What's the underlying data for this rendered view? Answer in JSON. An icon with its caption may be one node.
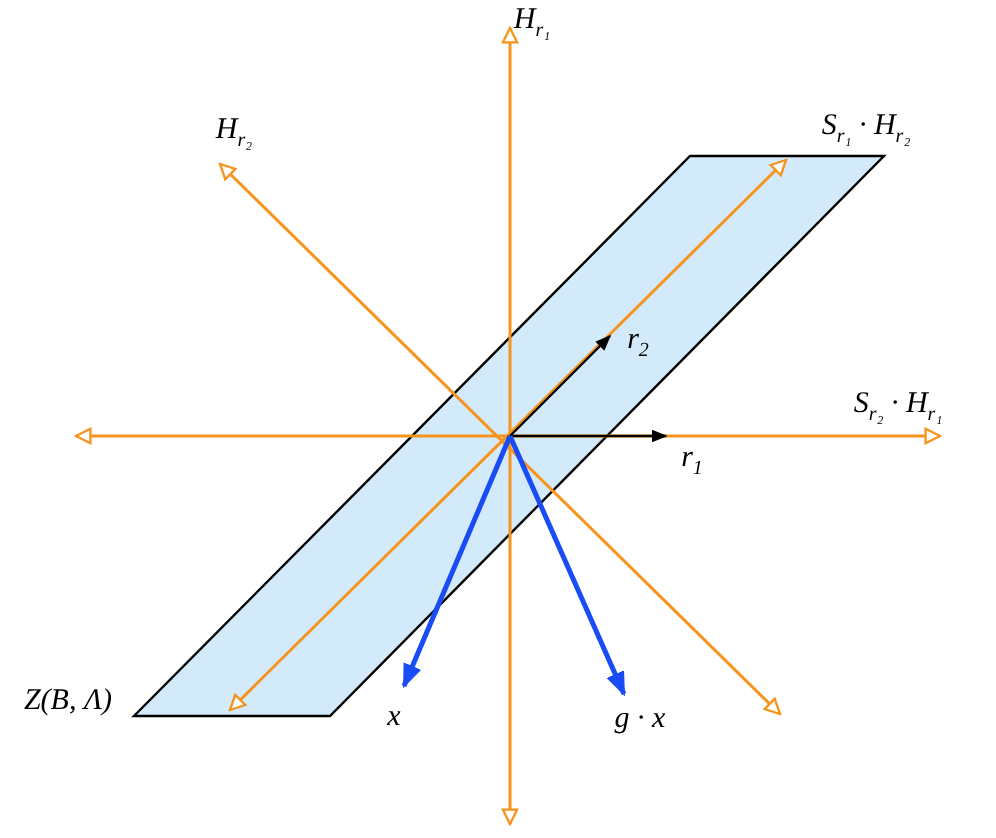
{
  "diagram": {
    "labels": [
      "H$_{r₁}$",
      "H$_{r₂}$",
      "S$_{r₁}$ · H$_{r₂}$",
      "r$_{2}$",
      "S$_{r₂}$ · H$_{r₁}$",
      "r$_{1}$",
      "Z(B, Λ)",
      "x",
      "g · x"
    ]
  }
}
